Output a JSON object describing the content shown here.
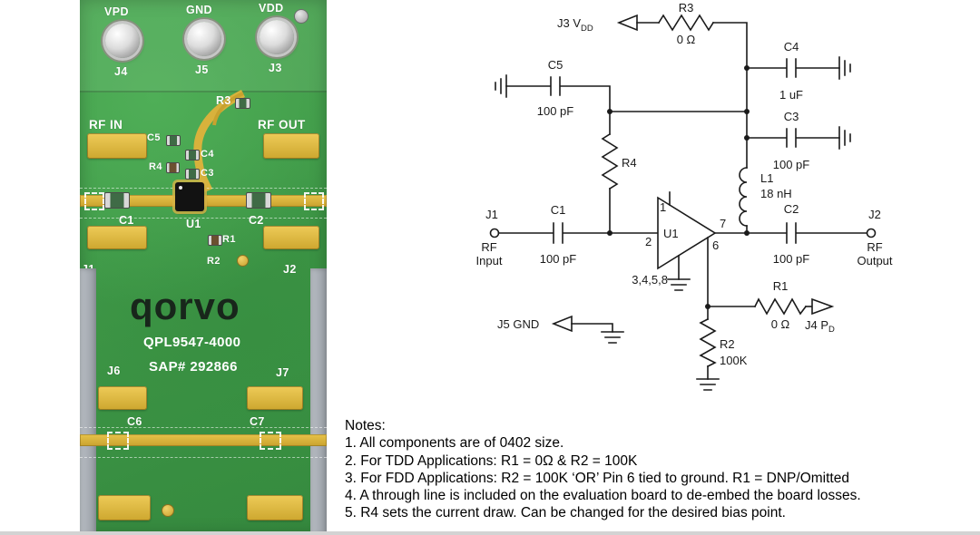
{
  "board": {
    "connectors": {
      "vpd": "VPD",
      "gnd": "GND",
      "vdd": "VDD",
      "j4": "J4",
      "j5": "J5",
      "j3": "J3"
    },
    "labels": {
      "r3": "R3",
      "rf_in": "RF IN",
      "rf_out": "RF OUT",
      "c5": "C5",
      "c4": "C4",
      "r4": "R4",
      "c3": "C3",
      "c1": "C1",
      "u1": "U1",
      "c2": "C2",
      "r1": "R1",
      "r2": "R2",
      "j1": "J1",
      "j2": "J2",
      "j6": "J6",
      "j7": "J7",
      "c6": "C6",
      "c7": "C7"
    },
    "logo": "qorvo",
    "part_number": "QPL9547-4000",
    "sap": "SAP# 292866"
  },
  "schematic": {
    "j3": {
      "label": "J3 V",
      "sub": "DD"
    },
    "r3": {
      "name": "R3",
      "value": "0 Ω"
    },
    "c4": {
      "name": "C4",
      "value": "1 uF"
    },
    "c5": {
      "name": "C5",
      "value": "100 pF"
    },
    "c3": {
      "name": "C3",
      "value": "100 pF"
    },
    "r4": {
      "name": "R4"
    },
    "l1": {
      "name": "L1",
      "value": "18 nH"
    },
    "c1": {
      "name": "C1",
      "value": "100 pF"
    },
    "c2": {
      "name": "C2",
      "value": "100 pF"
    },
    "u1": {
      "name": "U1",
      "pin1": "1",
      "pin2": "2",
      "pin7": "7",
      "pin6": "6",
      "pins_gnd": "3,4,5,8"
    },
    "j1": {
      "name": "J1",
      "line1": "RF",
      "line2": "Input"
    },
    "j2": {
      "name": "J2",
      "line1": "RF",
      "line2": "Output"
    },
    "r1": {
      "name": "R1",
      "value": "0 Ω"
    },
    "r2": {
      "name": "R2",
      "value": "100K"
    },
    "j4": {
      "label": "J4 P",
      "sub": "D"
    },
    "j5": {
      "label": "J5 GND"
    }
  },
  "notes": {
    "title": "Notes:",
    "items": [
      "1. All components are of 0402 size.",
      "2. For TDD Applications: R1 = 0Ω & R2 = 100K",
      "3. For FDD Applications: R2 = 100K ‘OR’ Pin 6 tied to ground. R1 = DNP/Omitted",
      "4. A through line is included on the evaluation board to de-embed the board losses.",
      "5. R4 sets the current draw. Can be changed for the desired bias point."
    ]
  },
  "colors": {
    "board_green": "#3f9b47",
    "pad_gold": "#dfb93e",
    "silkscreen": "#ffffff"
  }
}
